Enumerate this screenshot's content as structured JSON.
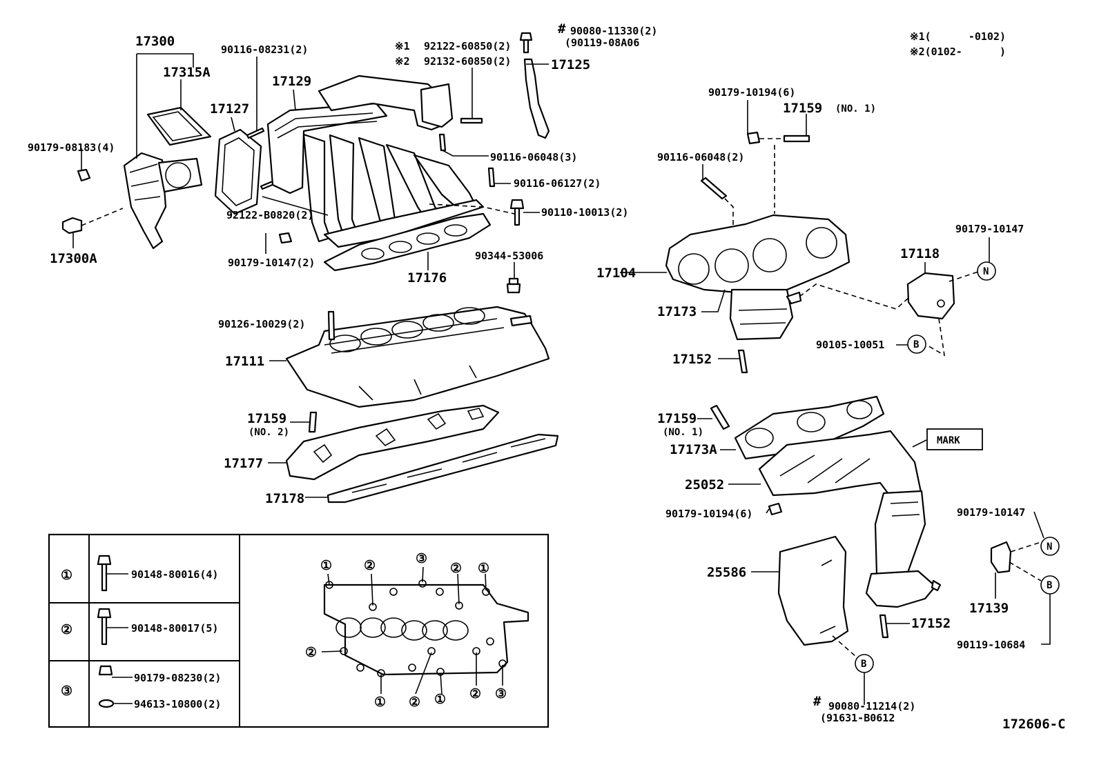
{
  "labels": {
    "l17300": "17300",
    "l17315A": "17315A",
    "l90179_08183": "90179-08183(4)",
    "l17300A": "17300A",
    "l90116_08231": "90116-08231(2)",
    "l17127": "17127",
    "l17129": "17129",
    "l92122_B0820": "92122-B0820(2)",
    "l90179_10147_2": "90179-10147(2)",
    "l17176": "17176",
    "l_s1": "※1",
    "l_s2": "※2",
    "l92122_60850": "92122-60850(2)",
    "l92132_60850": "92132-60850(2)",
    "l_hash1": "#",
    "l90080_11330": "90080-11330(2)",
    "l90119_08A06": "(90119-08A06",
    "l17125": "17125",
    "l90116_06048_3": "90116-06048(3)",
    "l90116_06127": "90116-06127(2)",
    "l90110_10013": "90110-10013(2)",
    "l90344_53006": "90344-53006",
    "l90126_10029": "90126-10029(2)",
    "l17111": "17111",
    "l17159_no2": "17159",
    "l_no2": "(NO. 2)",
    "l17177": "17177",
    "l17178": "17178",
    "l_note1": "※1(      -0102)",
    "l_note2": "※2(0102-      )",
    "l90179_10194_top": "90179-10194(6)",
    "l17159_no1_top": "17159",
    "l_no1_top": "(NO. 1)",
    "l90116_06048_2": "90116-06048(2)",
    "l17104": "17104",
    "l17173": "17173",
    "l17152_top": "17152",
    "l90179_10147_r1": "90179-10147",
    "l17118": "17118",
    "l90105_10051": "90105-10051",
    "l17159_no1_mid": "17159",
    "l_no1_mid": "(NO. 1)",
    "l17173A": "17173A",
    "l_mark": "MARK",
    "l25052": "25052",
    "l90179_10194_bot": "90179-10194(6)",
    "l90179_10147_r2": "90179-10147",
    "l25586": "25586",
    "l17139": "17139",
    "l90119_10684": "90119-10684",
    "l17152_bot": "17152",
    "l_hash2": "#",
    "l90080_11214": "90080-11214(2)",
    "l91631_B0612": "(91631-B0612",
    "l_code": "172606-C",
    "l_N": "N",
    "l_B": "B"
  },
  "legend": {
    "rows": [
      {
        "num": "①",
        "part": "90148-80016(4)"
      },
      {
        "num": "②",
        "part": "90148-80017(5)"
      },
      {
        "num": "③",
        "part": "90179-08230(2)",
        "part2": "94613-10800(2)"
      }
    ],
    "positions": [
      "①",
      "②",
      "③",
      "②",
      "①",
      "②",
      "①",
      "②",
      "①",
      "②",
      "③"
    ]
  }
}
